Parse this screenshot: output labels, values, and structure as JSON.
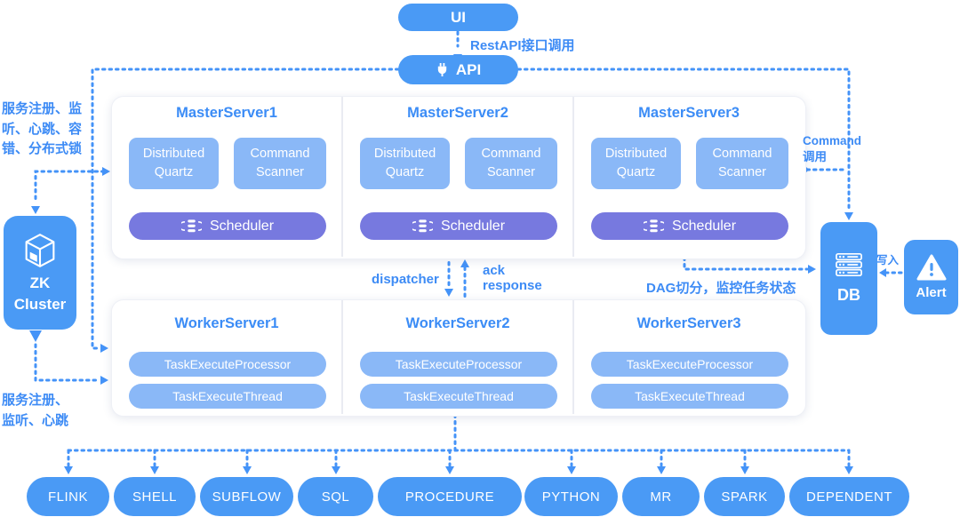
{
  "colors": {
    "primary": "#4a9af5",
    "light_blue": "#8ab8f7",
    "purple": "#7779df",
    "label_blue": "#3d8bf5"
  },
  "top": {
    "ui": "UI",
    "api": "API",
    "rest_label": "RestAPI接口调用"
  },
  "zk": {
    "name1": "ZK",
    "name2": "Cluster",
    "top_label": "服务注册、监听、心跳、容错、分布式锁",
    "bottom_label": "服务注册、监听、心跳"
  },
  "masters": [
    {
      "title": "MasterServer1",
      "box1": "Distributed Quartz",
      "box2": "Command Scanner",
      "scheduler": "Scheduler"
    },
    {
      "title": "MasterServer2",
      "box1": "Distributed Quartz",
      "box2": "Command Scanner",
      "scheduler": "Scheduler"
    },
    {
      "title": "MasterServer3",
      "box1": "Distributed Quartz",
      "box2": "Command Scanner",
      "scheduler": "Scheduler"
    }
  ],
  "workers": [
    {
      "title": "WorkerServer1",
      "item1": "TaskExecuteProcessor",
      "item2": "TaskExecuteThread"
    },
    {
      "title": "WorkerServer2",
      "item1": "TaskExecuteProcessor",
      "item2": "TaskExecuteThread"
    },
    {
      "title": "WorkerServer3",
      "item1": "TaskExecuteProcessor",
      "item2": "TaskExecuteThread"
    }
  ],
  "edges": {
    "dispatcher": "dispatcher",
    "ack": "ack response",
    "dag": "DAG切分，监控任务状态",
    "command": "Command 调用",
    "write": "写入"
  },
  "db": {
    "label": "DB"
  },
  "alert": {
    "label": "Alert"
  },
  "task_types": [
    "FLINK",
    "SHELL",
    "SUBFLOW",
    "SQL",
    "PROCEDURE",
    "PYTHON",
    "MR",
    "SPARK",
    "DEPENDENT"
  ]
}
